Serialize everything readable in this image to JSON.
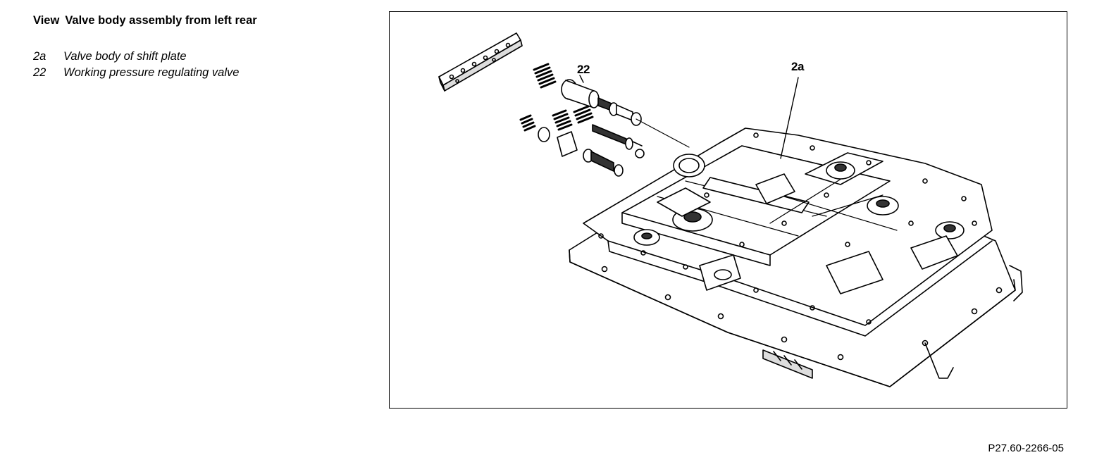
{
  "heading": {
    "view_word": "View",
    "title": "Valve body assembly from left rear"
  },
  "legend": [
    {
      "key": "2a",
      "label": "Valve body of shift plate"
    },
    {
      "key": "22",
      "label": "Working pressure regulating valve"
    }
  ],
  "callouts": {
    "valve": "22",
    "body": "2a"
  },
  "figure_code": "P27.60-2266-05"
}
